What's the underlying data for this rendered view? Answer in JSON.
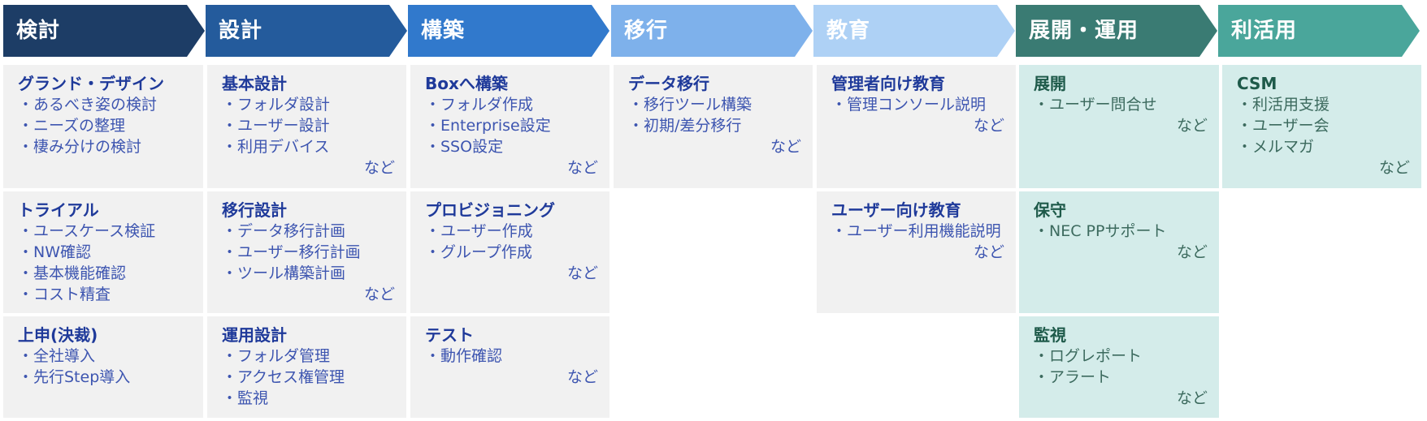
{
  "phases": [
    {
      "label": "検討",
      "color": "#1d3d66"
    },
    {
      "label": "設計",
      "color": "#245b9c"
    },
    {
      "label": "構築",
      "color": "#3179cc"
    },
    {
      "label": "移行",
      "color": "#7eb1eb"
    },
    {
      "label": "教育",
      "color": "#aed1f5"
    },
    {
      "label": "展開・運用",
      "color": "#3a7b73"
    },
    {
      "label": "利活用",
      "color": "#4aa69b"
    }
  ],
  "etc_label": "など",
  "cards": {
    "kento": [
      {
        "title": "グランド・デザイン",
        "items": [
          "・あるべき姿の検討",
          "・ニーズの整理",
          "・棲み分けの検討"
        ]
      },
      {
        "title": "トライアル",
        "items": [
          "・ユースケース検証",
          "・NW確認",
          "・基本機能確認",
          "・コスト精査"
        ]
      },
      {
        "title": "上申(決裁)",
        "items": [
          "・全社導入",
          "・先行Step導入"
        ]
      }
    ],
    "sekkei": [
      {
        "title": "基本設計",
        "items": [
          "・フォルダ設計",
          "・ユーザー設計",
          "・利用デバイス"
        ],
        "etc": "など"
      },
      {
        "title": "移行設計",
        "items": [
          "・データ移行計画",
          "・ユーザー移行計画",
          "・ツール構築計画"
        ],
        "etc": "など"
      },
      {
        "title": "運用設計",
        "items": [
          "・フォルダ管理",
          "・アクセス権管理",
          "・監視"
        ]
      }
    ],
    "kouchiku": [
      {
        "title": "Boxへ構築",
        "items": [
          "・フォルダ作成",
          "・Enterprise設定",
          "・SSO設定"
        ],
        "etc": "など"
      },
      {
        "title": "プロビジョニング",
        "items": [
          "・ユーザー作成",
          "・グループ作成"
        ],
        "etc": "など"
      },
      {
        "title": "テスト",
        "items": [
          "・動作確認"
        ],
        "etc": "など"
      }
    ],
    "ikou": [
      {
        "title": "データ移行",
        "items": [
          "・移行ツール構築",
          "・初期/差分移行"
        ],
        "etc": "など"
      }
    ],
    "kyouiku": [
      {
        "title": "管理者向け教育",
        "items": [
          "・管理コンソール説明"
        ],
        "etc": "など"
      },
      {
        "title": "ユーザー向け教育",
        "items": [
          "・ユーザー利用機能説明"
        ],
        "etc": "など"
      }
    ],
    "tenkai": [
      {
        "title": "展開",
        "items": [
          "・ユーザー問合せ"
        ],
        "etc": "など"
      },
      {
        "title": "保守",
        "items": [
          "・NEC PPサポート"
        ],
        "etc": "など"
      },
      {
        "title": "監視",
        "items": [
          "・ログレポート",
          "・アラート"
        ],
        "etc": "など"
      }
    ],
    "rikatsuyou": [
      {
        "title": "CSM",
        "items": [
          "・利活用支援",
          "・ユーザー会",
          "・メルマガ"
        ],
        "etc": "など"
      }
    ]
  }
}
